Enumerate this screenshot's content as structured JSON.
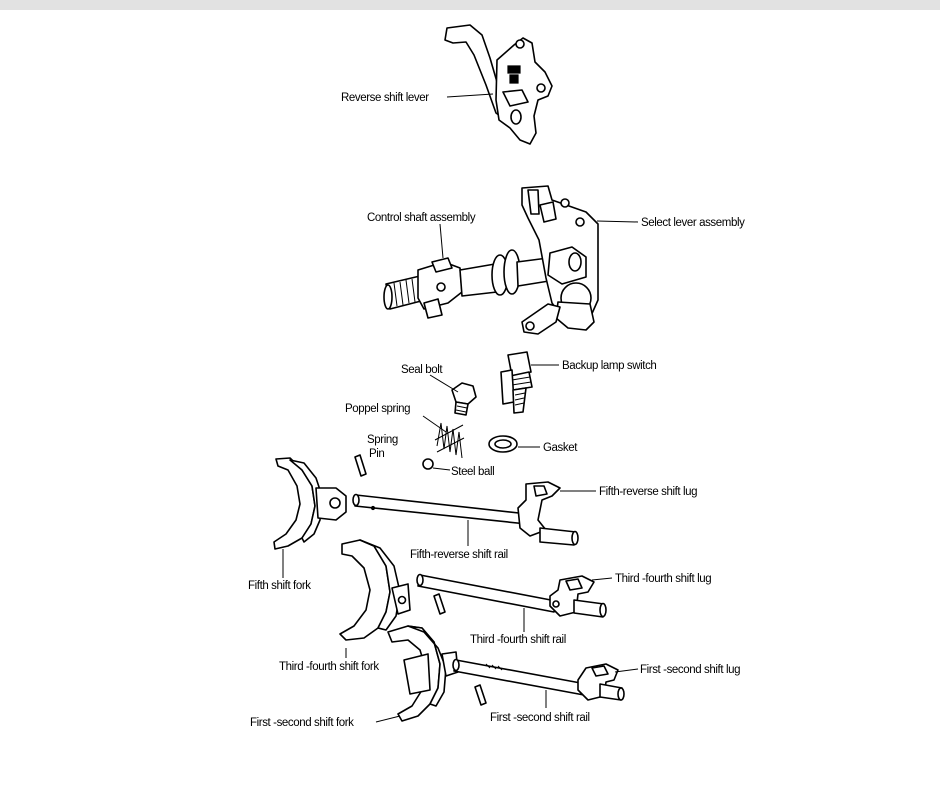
{
  "labels": {
    "reverse_shift_lever": "Reverse shift lever",
    "control_shaft_assembly": "Control shaft assembly",
    "select_lever_assembly": "Select lever assembly",
    "seal_bolt": "Seal bolt",
    "backup_lamp_switch": "Backup lamp switch",
    "poppet_spring": "Poppel spring",
    "spring_pin_1": "Spring",
    "spring_pin_2": "Pin",
    "gasket": "Gasket",
    "steel_ball": "Steel ball",
    "fifth_reverse_shift_lug": "Fifth-reverse shift lug",
    "fifth_shift_fork": "Fifth shift fork",
    "fifth_reverse_shift_rail": "Fifth-reverse shift rail",
    "third_fourth_shift_lug": "Third -fourth shift lug",
    "third_fourth_shift_rail": "Third -fourth shift rail",
    "third_fourth_shift_fork": "Third -fourth shift fork",
    "first_second_shift_lug": "First -second shift lug",
    "first_second_shift_fork": "First -second shift fork",
    "first_second_shift_rail": "First -second shift rail"
  },
  "colors": {
    "line": "#000000",
    "background": "#ffffff",
    "top_bar": "#e2e2e2"
  }
}
